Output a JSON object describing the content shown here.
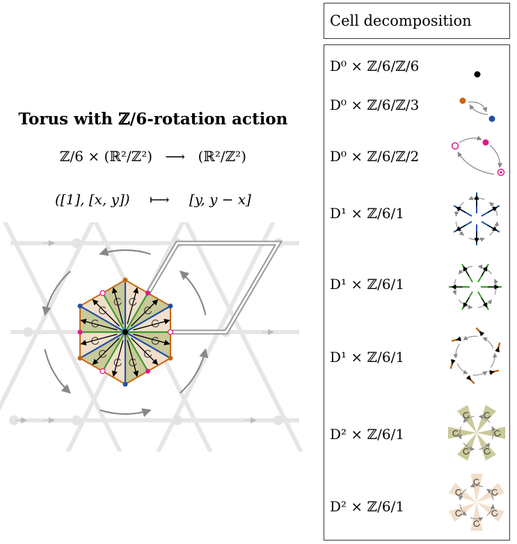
{
  "header": {
    "title": "Torus with ℤ/6-rotation action"
  },
  "map": {
    "line1_domain": "ℤ/6 × (ℝ²/ℤ²)",
    "line1_arrow": "⟶",
    "line1_codomain": "(ℝ²/ℤ²)",
    "line2_domain": "([1], [x, y])",
    "line2_arrow": "⟼",
    "line2_codomain": "[y, y − x]"
  },
  "legend": {
    "title": "Cell decomposition",
    "cells": [
      {
        "label": "D⁰ × ℤ/6/ℤ/6",
        "icon": "fixed-point-icon"
      },
      {
        "label": "D⁰ × ℤ/6/ℤ/3",
        "icon": "two-point-orbit-icon"
      },
      {
        "label": "D⁰ × ℤ/6/ℤ/2",
        "icon": "three-point-orbit-icon"
      },
      {
        "label": "D¹ × ℤ/6/1",
        "icon": "blue-edge-orbit-icon"
      },
      {
        "label": "D¹ × ℤ/6/1",
        "icon": "green-edge-orbit-icon"
      },
      {
        "label": "D¹ × ℤ/6/1",
        "icon": "boundary-edge-orbit-icon"
      },
      {
        "label": "D² × ℤ/6/1",
        "icon": "olive-face-orbit-icon"
      },
      {
        "label": "D² × ℤ/6/1",
        "icon": "peach-face-orbit-icon"
      }
    ]
  },
  "colors": {
    "orange": "#c8650f",
    "blue": "#1f4fa8",
    "magenta": "#e0188c",
    "green": "#3a9a2a",
    "olive": "#c9c99a",
    "peach": "#f1dfcb",
    "grid": "#e6e6e6",
    "gray": "#888888"
  }
}
